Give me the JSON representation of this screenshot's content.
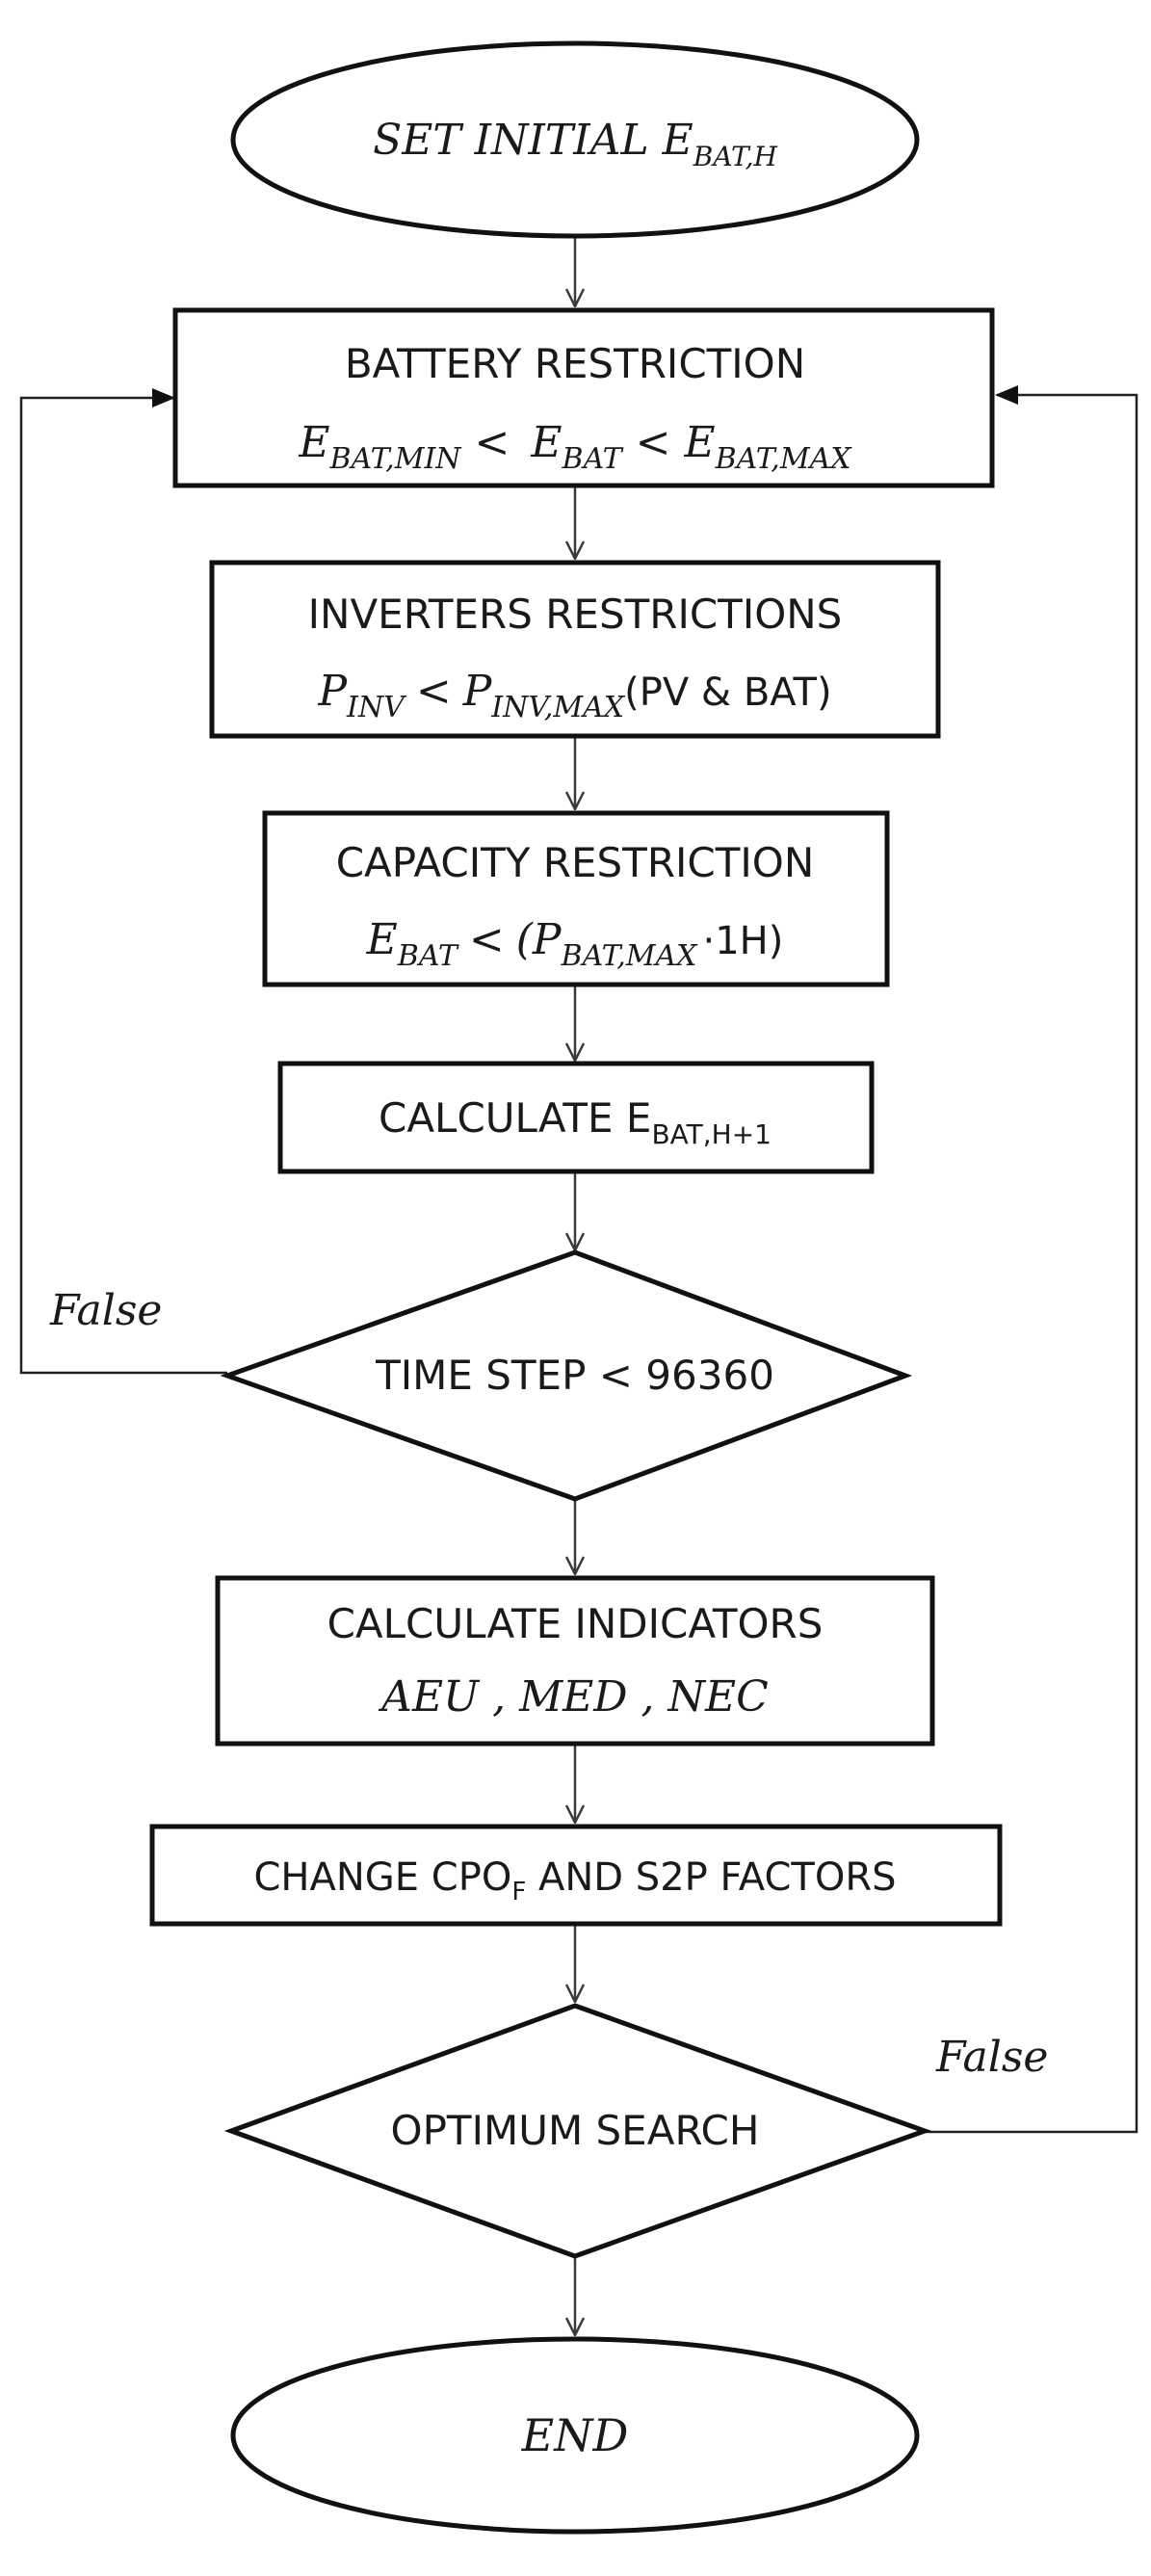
{
  "nodes": {
    "start": {
      "text": "SET INITIAL E",
      "sub": "BAT,H"
    },
    "battery": {
      "title": "BATTERY RESTRICTION",
      "e1": "E",
      "e1_sub": "BAT,MIN",
      "lt1": "<",
      "e2": "E",
      "e2_sub": "BAT",
      "lt2": "<",
      "e3": "E",
      "e3_sub": "BAT,MAX"
    },
    "inverters": {
      "title": "INVERTERS RESTRICTIONS",
      "p1": "P",
      "p1_sub": "INV",
      "lt": "<",
      "p2": "P",
      "p2_sub": "INV,MAX",
      "tail": "(PV & BAT)"
    },
    "capacity": {
      "title": "CAPACITY RESTRICTION",
      "e": "E",
      "e_sub": "BAT",
      "lt": "<",
      "paren": "(",
      "p": "P",
      "p_sub": "BAT,MAX",
      "tail": "·1H)"
    },
    "calc": {
      "text": "CALCULATE E",
      "sub": "BAT,H+1"
    },
    "time": {
      "text": "TIME STEP < 96360"
    },
    "indicators": {
      "title": "CALCULATE INDICATORS",
      "list": "AEU , MED , NEC"
    },
    "change": {
      "pre": "CHANGE CPO",
      "sub": "F",
      "post": " AND S2P FACTORS"
    },
    "optimum": {
      "text": "OPTIMUM SEARCH"
    },
    "end": {
      "text": "END"
    }
  },
  "edges": {
    "false_left": "False",
    "false_right": "False"
  }
}
